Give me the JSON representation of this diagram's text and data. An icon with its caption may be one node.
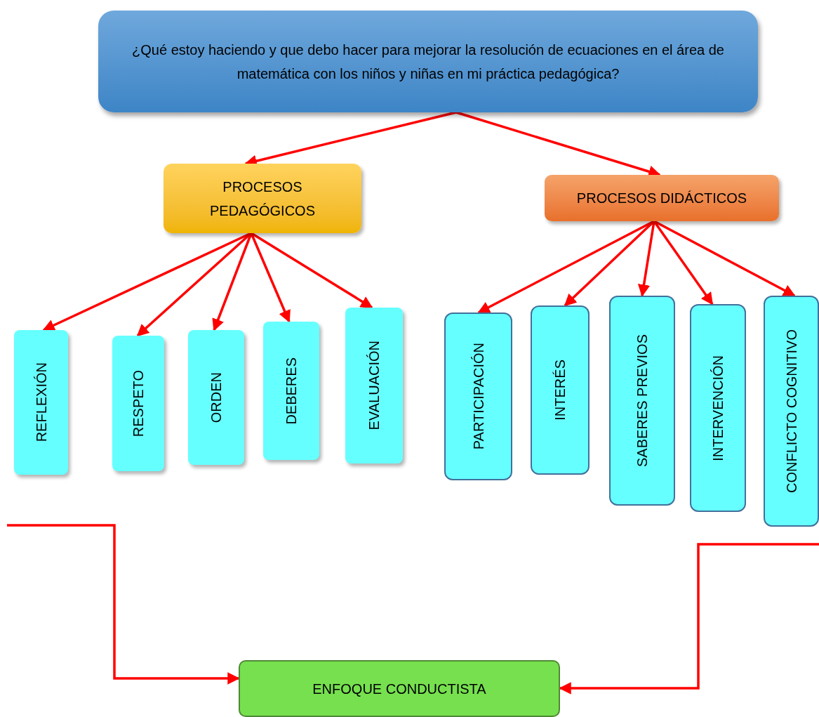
{
  "diagram": {
    "nodes": [
      {
        "text": [
          "¿Qué estoy haciendo y que debo hacer para mejorar la resolución de ecuaciones en el área de matemática con los niños y niñas en mi práctica pedagógica?"
        ]
      },
      {
        "text": [
          "PROCESOS PEDAGÓGICOS"
        ]
      },
      {
        "text": [
          "PROCESOS DIDÁCTICOS"
        ]
      },
      {
        "text": [
          "REFLEXIÓN"
        ]
      },
      {
        "text": [
          "RESPETO"
        ]
      },
      {
        "text": [
          "ORDEN"
        ]
      },
      {
        "text": [
          "DEBERES"
        ]
      },
      {
        "text": [
          "EVALUACIÓN"
        ]
      },
      {
        "text": [
          "PARTICIPACIÓN"
        ]
      },
      {
        "text": [
          "INTERÉS"
        ]
      },
      {
        "text": [
          "SABERES PREVIOS"
        ]
      },
      {
        "text": [
          "INTERVENCIÓN"
        ]
      },
      {
        "text": [
          "CONFLICTO COGNITIVO"
        ]
      },
      {
        "text": [
          "ENFOQUE CONDUCTISTA"
        ]
      }
    ],
    "edges": [
      {
        "from": 0,
        "to": 1,
        "arrow": "to"
      },
      {
        "from": 0,
        "to": 2,
        "arrow": "to"
      },
      {
        "from": 1,
        "to": 3,
        "arrow": "to"
      },
      {
        "from": 1,
        "to": 4,
        "arrow": "to"
      },
      {
        "from": 1,
        "to": 5,
        "arrow": "to"
      },
      {
        "from": 1,
        "to": 6,
        "arrow": "to"
      },
      {
        "from": 1,
        "to": 7,
        "arrow": "to"
      },
      {
        "from": 2,
        "to": 8,
        "arrow": "to"
      },
      {
        "from": 2,
        "to": 9,
        "arrow": "to"
      },
      {
        "from": 2,
        "to": 10,
        "arrow": "to"
      },
      {
        "from": 2,
        "to": 11,
        "arrow": "to"
      },
      {
        "from": 2,
        "to": 12,
        "arrow": "to"
      },
      {
        "from": null,
        "to": 13,
        "arrow": "to"
      },
      {
        "from": null,
        "to": 13,
        "arrow": "to"
      }
    ]
  }
}
